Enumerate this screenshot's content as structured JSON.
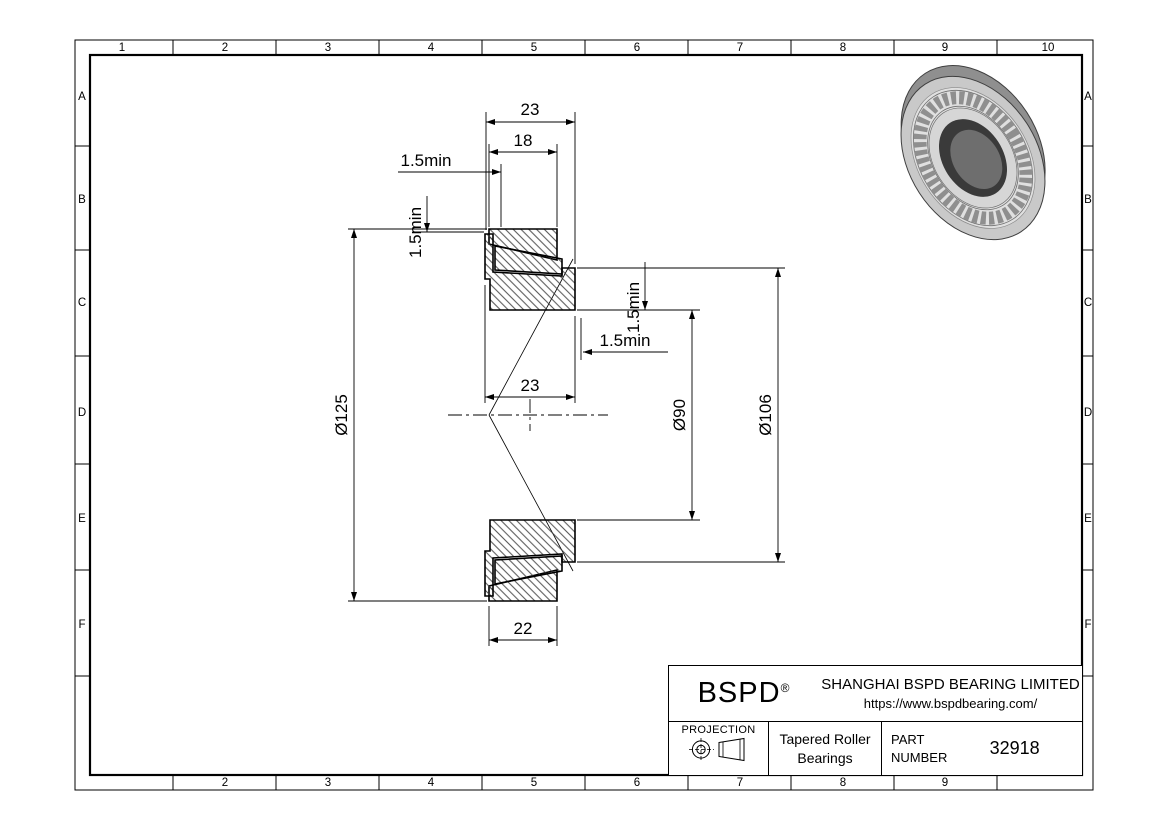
{
  "grid": {
    "cols_top": [
      "1",
      "2",
      "3",
      "4",
      "5",
      "6",
      "7",
      "8",
      "9",
      "10"
    ],
    "cols_bottom": [
      "2",
      "3",
      "4",
      "5",
      "6",
      "7",
      "8",
      "9"
    ],
    "rows_left": [
      "A",
      "B",
      "C",
      "D",
      "E",
      "F"
    ],
    "rows_right": [
      "A",
      "B",
      "C",
      "D",
      "E",
      "F"
    ]
  },
  "drawing": {
    "dim_total_width": "23",
    "dim_cup_width": "18",
    "dim_chamfer_1": "1.5min",
    "dim_chamfer_2": "1.5min",
    "dim_chamfer_3": "1.5min",
    "dim_chamfer_4": "1.5min",
    "dim_outer_diameter": "Ø125",
    "dim_bore_diameter": "Ø90",
    "dim_rib_diameter": "Ø106",
    "dim_cone_width": "23",
    "dim_bottom_width": "22"
  },
  "title_block": {
    "brand": "BSPD",
    "registered_mark": "®",
    "company": "SHANGHAI BSPD BEARING LIMITED",
    "website": "https://www.bspdbearing.com/",
    "projection_label": "PROJECTION",
    "product_line1": "Tapered Roller",
    "product_line2": "Bearings",
    "part_label1": "PART",
    "part_label2": "NUMBER",
    "part_number": "32918"
  }
}
